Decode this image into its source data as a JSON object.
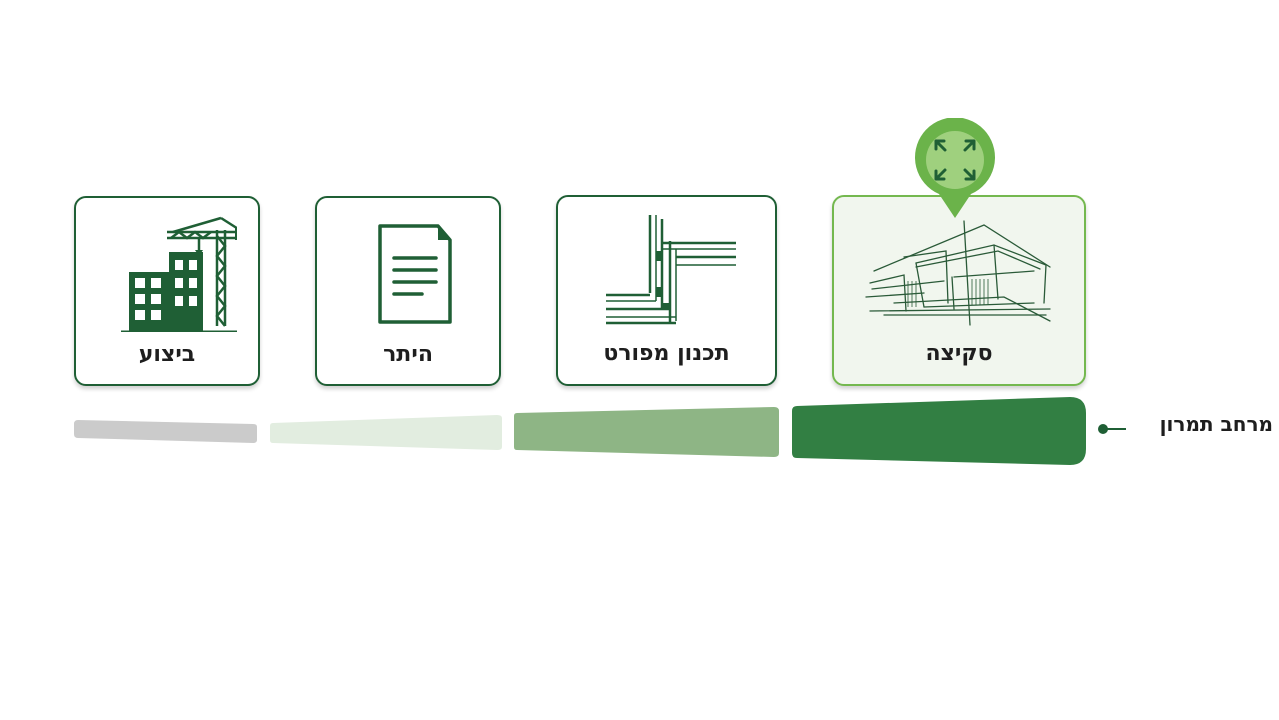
{
  "stages": [
    {
      "key": "sketch",
      "label": "סקיצה",
      "icon": "sketch-building-icon",
      "active": true
    },
    {
      "key": "detailed",
      "label": "תכנון מפורט",
      "icon": "wall-section-detail-icon",
      "active": false
    },
    {
      "key": "permit",
      "label": "היתר",
      "icon": "document-icon",
      "active": false
    },
    {
      "key": "execution",
      "label": "ביצוע",
      "icon": "construction-crane-icon",
      "active": false
    }
  ],
  "marker": {
    "icon": "expand-arrows-icon",
    "stage": "sketch"
  },
  "flexibility": {
    "label": "מרחב תמרון",
    "levels": [
      "high",
      "medium",
      "low",
      "minimal"
    ]
  },
  "colors": {
    "dark_green": "#1f5f35",
    "active_border": "#74b84f",
    "pin_green": "#6bb34a",
    "bar_high": "#327f43",
    "bar_medium": "#8eb585",
    "bar_low": "#e2ede0",
    "bar_minimal": "#cbcbcb"
  }
}
